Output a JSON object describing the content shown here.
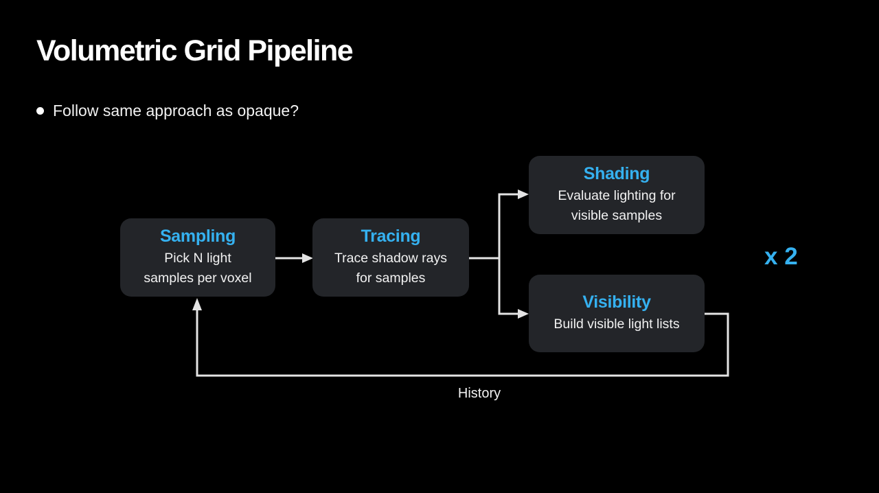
{
  "slide": {
    "title": "Volumetric Grid Pipeline",
    "bullets": [
      {
        "text": "Follow same approach as opaque?"
      }
    ]
  },
  "diagram": {
    "nodes": [
      {
        "id": "sampling",
        "title": "Sampling",
        "description": "Pick N light\nsamples per voxel"
      },
      {
        "id": "tracing",
        "title": "Tracing",
        "description": "Trace shadow rays\nfor samples"
      },
      {
        "id": "shading",
        "title": "Shading",
        "description": "Evaluate lighting for\nvisible samples"
      },
      {
        "id": "visibility",
        "title": "Visibility",
        "description": "Build visible light lists"
      }
    ],
    "edges": [
      {
        "from": "sampling",
        "to": "tracing"
      },
      {
        "from": "tracing",
        "to": "shading"
      },
      {
        "from": "tracing",
        "to": "visibility"
      },
      {
        "from": "visibility",
        "to": "sampling",
        "label": "History"
      }
    ],
    "loop_label": "x 2",
    "feedback_label": "History"
  },
  "theme": {
    "background": "#000000",
    "node_fill": "#232529",
    "accent_blue": "#35b1f0",
    "text_white": "#f2f2f2",
    "connector": "#e4e4e4"
  }
}
